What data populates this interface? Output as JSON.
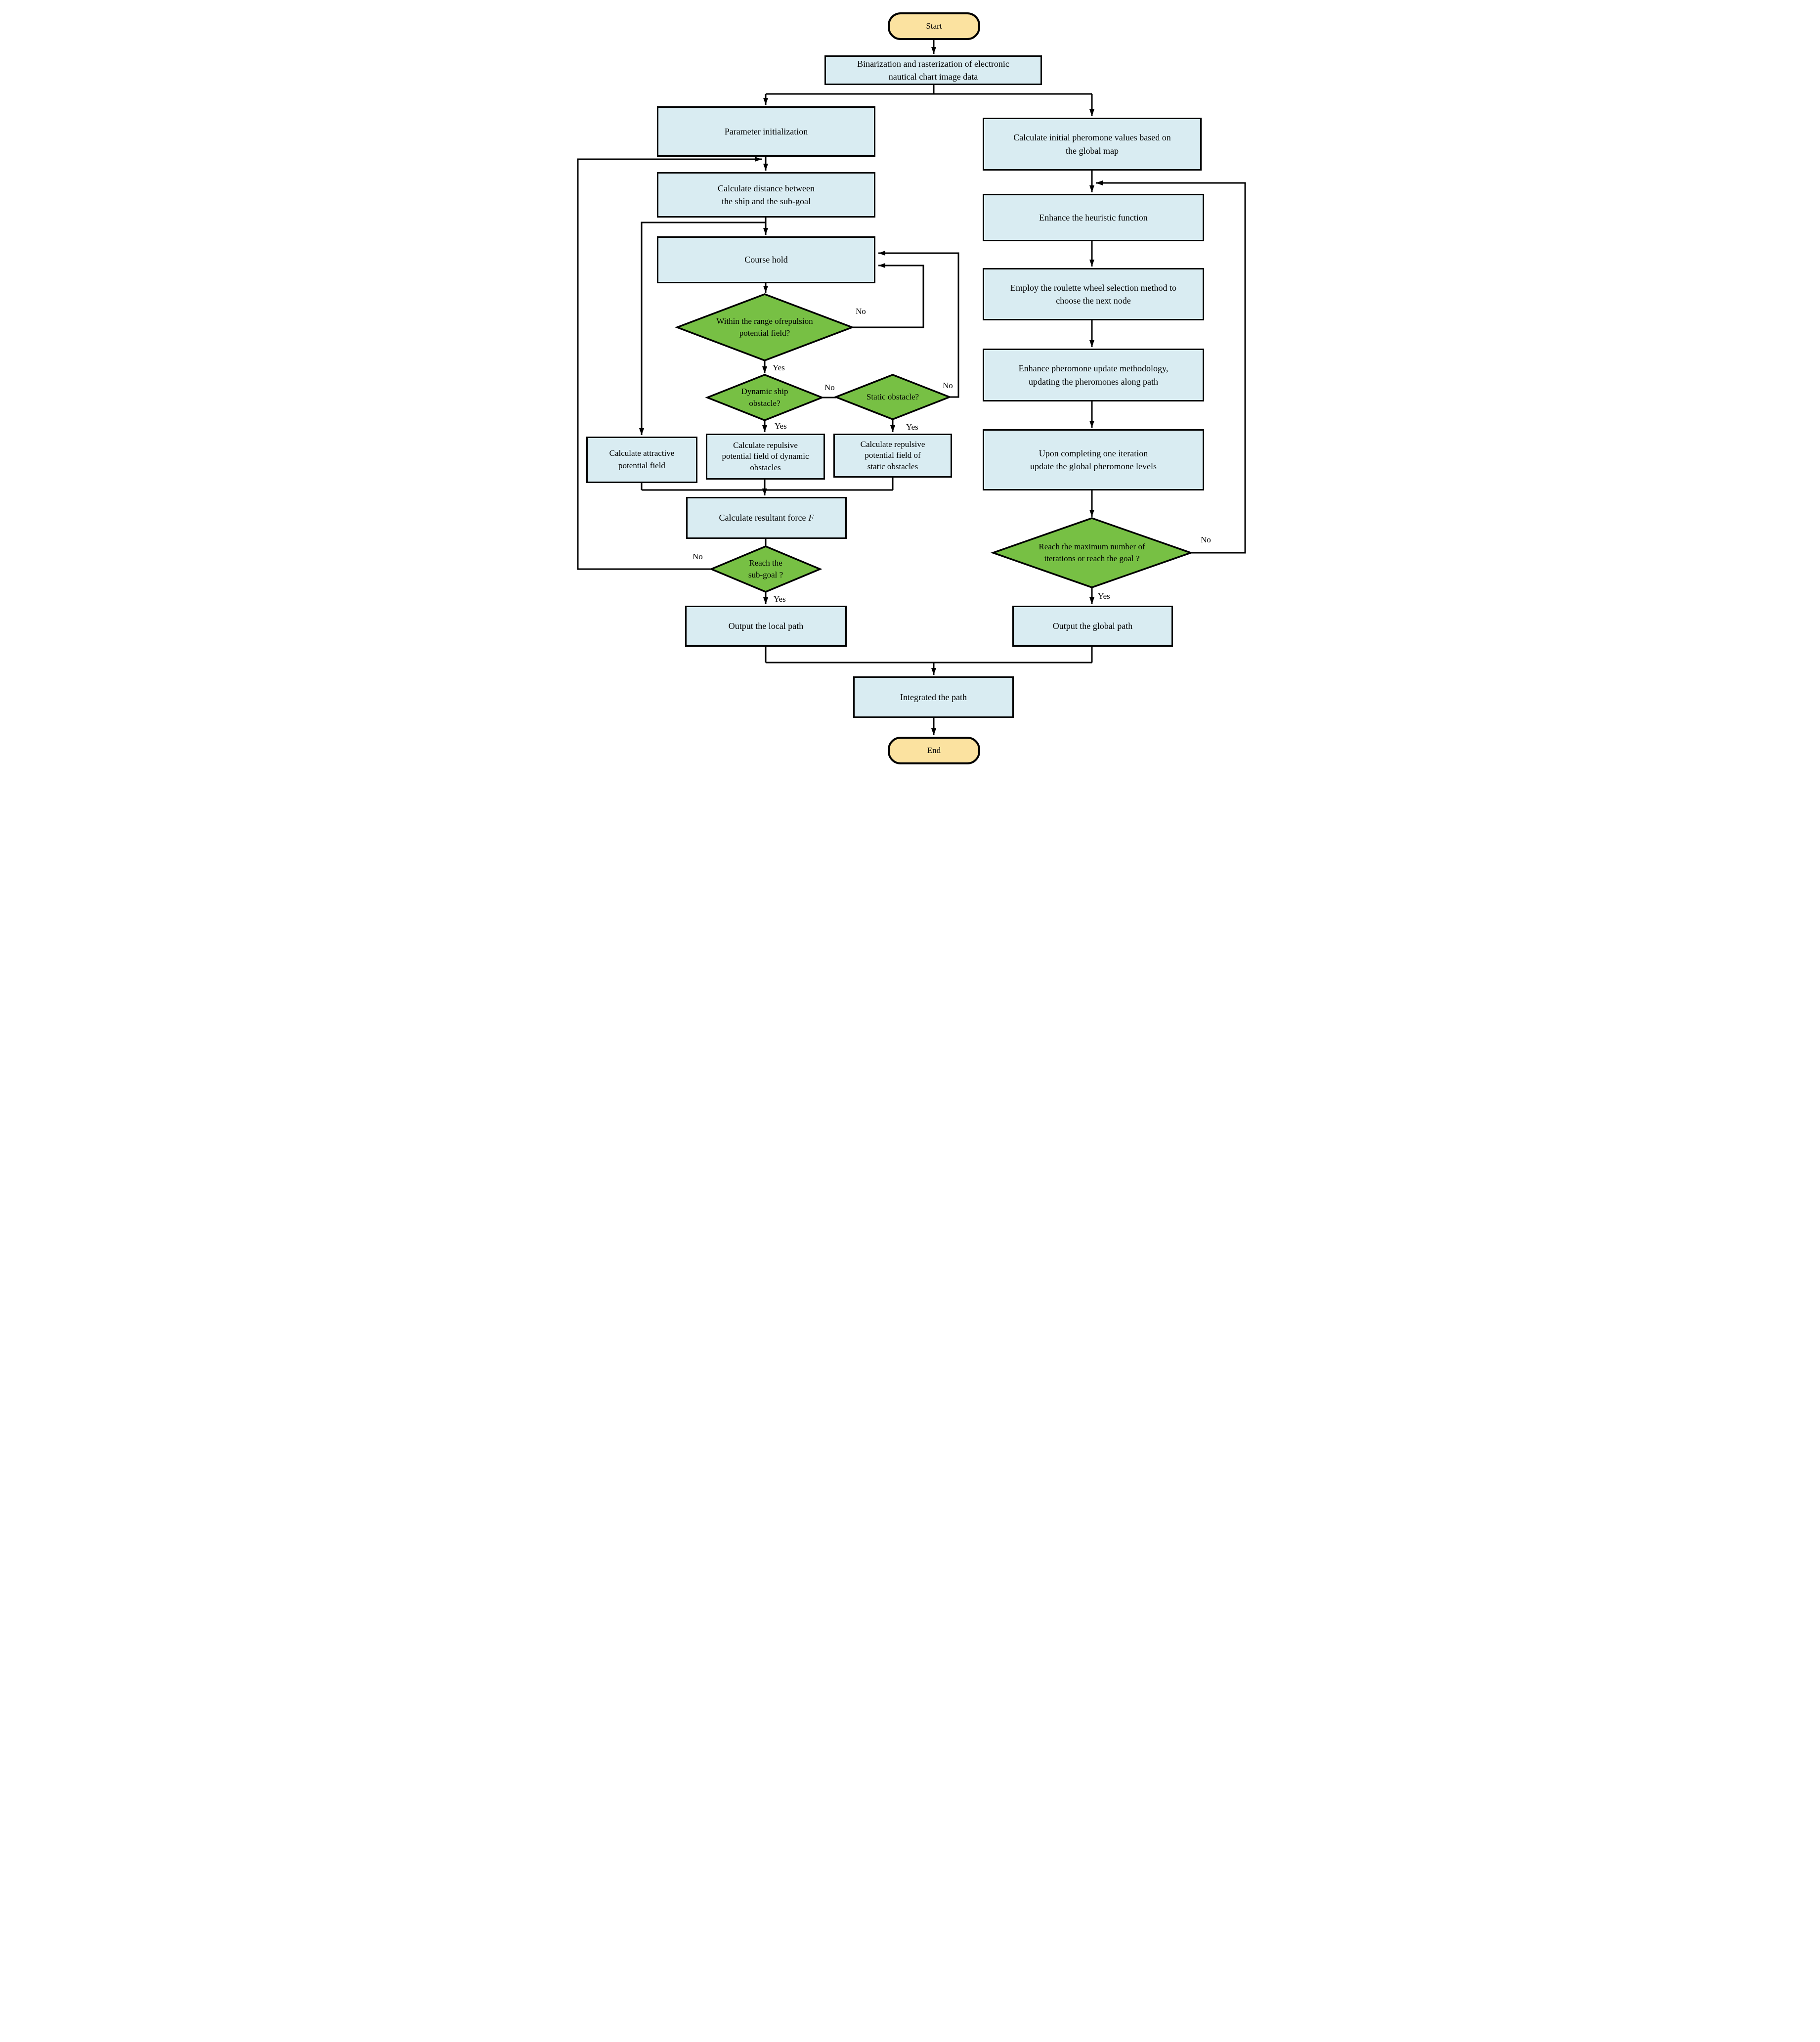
{
  "nodes": {
    "start": {
      "label": "Start"
    },
    "binarization": {
      "label": "Binarization and rasterization of electronic\nnautical chart image data"
    },
    "parameter_init": {
      "label": "Parameter initialization"
    },
    "calc_distance": {
      "label": "Calculate distance between\nthe ship and the sub-goal"
    },
    "course_hold": {
      "label": "Course hold"
    },
    "repulsion_range_check": {
      "label": "Within the range ofrepulsion\npotential field?"
    },
    "dynamic_ship_check": {
      "label": "Dynamic ship\nobstacle?"
    },
    "static_obstacle_check": {
      "label": "Static obstacle?"
    },
    "attractive_field": {
      "label": "Calculate attractive\npotential field"
    },
    "repulsive_dynamic": {
      "label": "Calculate repulsive\npotential field of dynamic\nobstacles"
    },
    "repulsive_static": {
      "label": "Calculate repulsive\npotential field of\nstatic obstacles"
    },
    "resultant_force": {
      "label": "Calculate resultant force",
      "symbol": "F"
    },
    "subgoal_check": {
      "label": "Reach the\nsub-goal ?"
    },
    "output_local": {
      "label": "Output the local path"
    },
    "init_pheromone": {
      "label": "Calculate initial pheromone values based on\nthe global map"
    },
    "heuristic": {
      "label": "Enhance the heuristic function"
    },
    "roulette": {
      "label": "Employ the roulette wheel selection method to\nchoose the next node"
    },
    "pheromone_update": {
      "label": "Enhance pheromone update methodology,\nupdating the pheromones along path"
    },
    "global_pheromone": {
      "label": "Upon completing one iteration\nupdate the global pheromone levels"
    },
    "iteration_check": {
      "label": "Reach the maximum number of\niterations or reach the goal ?"
    },
    "output_global": {
      "label": "Output the global path"
    },
    "integrated": {
      "label": "Integrated the path"
    },
    "end": {
      "label": "End"
    }
  },
  "edge_labels": {
    "d1_no": "No",
    "d1_yes": "Yes",
    "d2_no": "No",
    "d2_yes": "Yes",
    "d3_no": "No",
    "d3_yes": "Yes",
    "subgoal_no": "No",
    "subgoal_yes": "Yes",
    "iter_no": "No",
    "iter_yes": "Yes"
  },
  "colors": {
    "process_fill": "#d9ecf2",
    "decision_fill": "#77c044",
    "terminator_fill": "#fbe2a0",
    "line": "#000000"
  }
}
